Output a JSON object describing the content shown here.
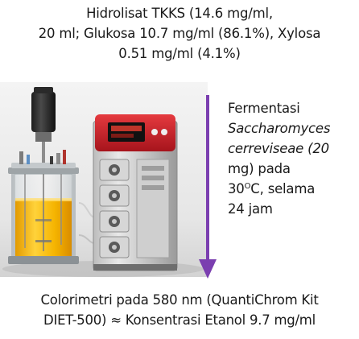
{
  "input_box": {
    "line1": "Hidrolisat TKKS (14.6 mg/ml,",
    "line2": "20 ml; Glukosa 10.7 mg/ml (86.1%), Xylosa",
    "line3": "0.51 mg/ml (4.1%)"
  },
  "process": {
    "line1": "Fermentasi",
    "line2": "Saccharomyces",
    "line3": "cerreviseae (20",
    "line4": "mg) pada",
    "line5_prefix": "30",
    "line5_sup": "O",
    "line5_suffix": "C, selama",
    "line6": "24 jam"
  },
  "output_box": {
    "line1": "Colorimetri  pada 580 nm (QuantiChrom Kit",
    "line2": "DIET-500) ≈  Konsentrasi Etanol 9.7 mg/ml"
  },
  "colors": {
    "arrow": "#7b3fb0",
    "broth": "#f2b705",
    "controller_red": "#c8202a"
  },
  "icons": {
    "illustration": "bioreactor-fermenter-photo",
    "arrow": "down-arrow"
  }
}
